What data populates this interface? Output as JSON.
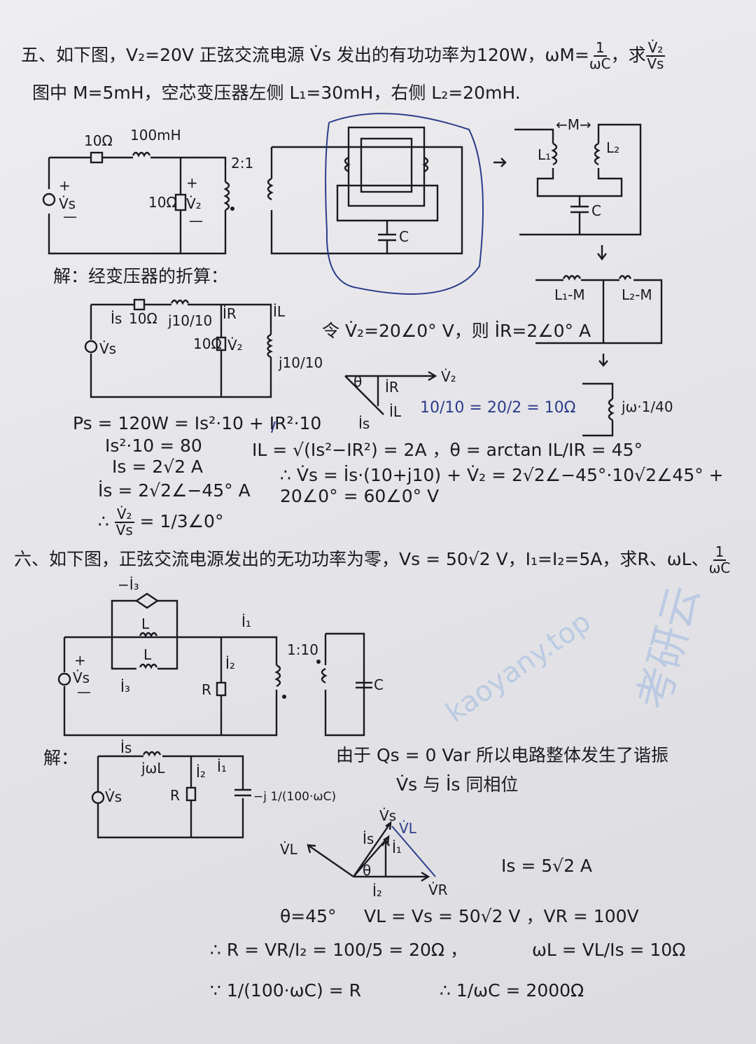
{
  "problem5": {
    "line1": "五、如下图，V₂=20V 正弦交流电源 V̇s 发出的有功功率为120W，ωM=",
    "line1_frac_num": "1",
    "line1_frac_den": "ωC",
    "line1_ask": "，求",
    "ask_num": "V̇₂",
    "ask_den": "V̇s",
    "line2": "图中 M=5mH，空芯变压器左侧 L₁=30mH，右侧 L₂=20mH.",
    "circuit": {
      "r_label": "10Ω",
      "l_label": "100mH",
      "vs_label": "V̇s",
      "plus": "+",
      "minus": "—",
      "r2_label": "10Ω",
      "v2_label": "V̇₂",
      "ratio": "2:1",
      "c_label": "C",
      "m_label": "←M→",
      "l1_label": "L₁",
      "l2_label": "L₂",
      "l1m_label": "L₁-M",
      "l2m_label": "L₂-M",
      "eq_label": "jω·1/40"
    },
    "solution_title": "解：经变压器的折算：",
    "sol_circuit": {
      "is_label": "İs",
      "r_label": "10Ω",
      "l_label": "j10/10",
      "ir_label": "İR",
      "il_label": "İL",
      "r2_label": "10Ω",
      "v2_label": "V̇₂",
      "l2_label": "j10/10",
      "vs_label": "V̇s"
    },
    "let_line": "令 V̇₂=20∠0° V，则 İR=2∠0° A",
    "phasor": {
      "theta": "θ",
      "v2": "V̇₂",
      "ir": "İR",
      "il": "İL",
      "is": "İs"
    },
    "blue_note": "10/10 = 20/2 = 10Ω",
    "eq1": "Ps = 120W = Is²·10 + IR²·10",
    "eq2": "Is²·10 = 80",
    "eq3": "Is = 2√2 A",
    "eq4": "IL = √(Is²−IR²) = 2A ，θ = arctan IL/IR = 45°",
    "eq5": "İs = 2√2∠−45° A",
    "eq6": "∴ V̇s = İs·(10+j10) + V̇₂ = 2√2∠−45°·10√2∠45° + 20∠0° = 60∠0° V",
    "eq7_prefix": "∴",
    "eq7_num": "V̇₂",
    "eq7_den": "V̇s",
    "eq7_rhs": "= 1/3∠0°"
  },
  "problem6": {
    "line1": "六、如下图，正弦交流电源发出的无功功率为零，Vs = 50√2 V，I₁=I₂=5A，求R、ωL、",
    "line1_num": "1",
    "line1_den": "ωC",
    "circuit": {
      "neg_i3": "−İ₃",
      "l_top": "L",
      "l_bottom": "L",
      "i1": "İ₁",
      "i2": "İ₂",
      "i3": "İ₃",
      "r": "R",
      "vs": "V̇s",
      "plus": "+",
      "minus": "—",
      "ratio": "1:10",
      "c": "C"
    },
    "solution_title": "解：",
    "sol_circuit": {
      "is": "İs",
      "jwl": "jωL",
      "i2": "İ₂",
      "i1": "İ₁",
      "r": "R",
      "cap": "−j 1/(100·ωC)",
      "vs": "V̇s"
    },
    "reason1": "由于 Qs = 0 Var 所以电路整体发生了谐振",
    "reason2": "V̇s 与 İs 同相位",
    "phasor": {
      "vs": "V̇s",
      "vl": "V̇L",
      "is": "İs",
      "i1": "İ₁",
      "theta": "θ",
      "i2": "İ₂",
      "vr": "V̇R",
      "vl_left": "V̇L"
    },
    "is_value": "Is = 5√2 A",
    "theta_value": "θ=45°",
    "vl_line": "VL = Vs = 50√2 V ，VR = 100V",
    "r_line": "∴ R = VR/I₂ = 100/5 = 20Ω ，",
    "wl_line": "ωL = VL/Is = 10Ω",
    "cond_line": "∵ 1/(100·ωC) = R",
    "result_line": "∴ 1/ωC = 2000Ω"
  },
  "watermark": {
    "text1": "考研云",
    "text2": "kaoyany.top"
  }
}
